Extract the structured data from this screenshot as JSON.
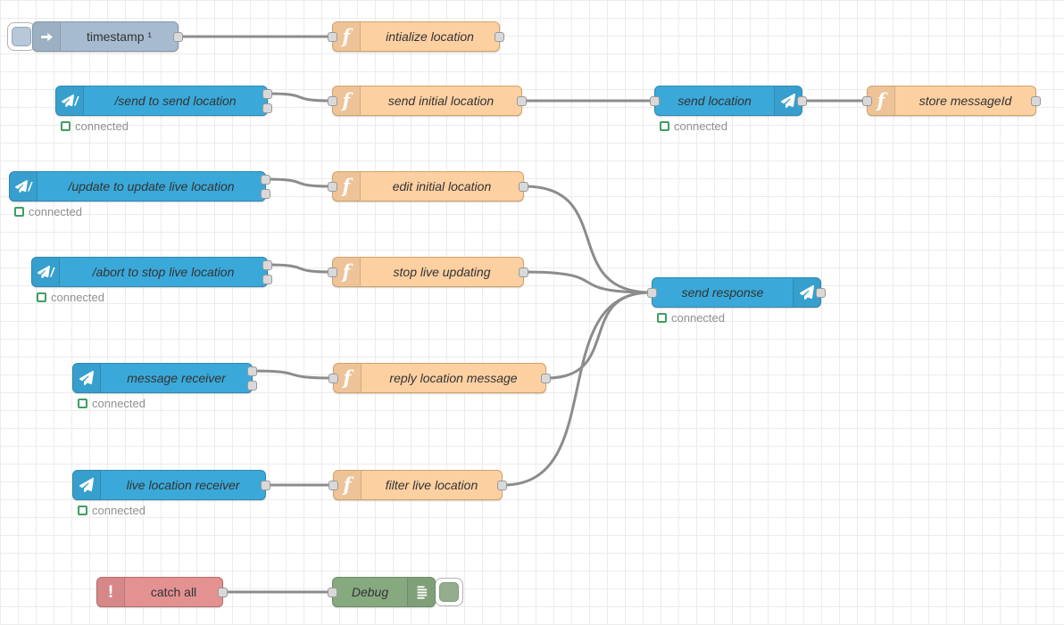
{
  "app": {
    "title": "Node-RED flow workspace"
  },
  "colors": {
    "inject_node": "#a6bbcf",
    "telegram_node": "#3aa9da",
    "function_node": "#fdd0a2",
    "catch_node": "#e49191",
    "debug_node": "#87a980",
    "wire": "#8c8c8c",
    "status_green": "#3f9e63",
    "grid_line": "#ececec"
  },
  "status": {
    "connected": "connected"
  },
  "nodes": {
    "timestamp": {
      "label": "timestamp ¹",
      "type": "inject"
    },
    "initialize_location": {
      "label": "intialize location",
      "type": "function"
    },
    "send_command": {
      "label": "/send to send location",
      "type": "telegram command"
    },
    "send_initial_location": {
      "label": "send initial location",
      "type": "function"
    },
    "send_location": {
      "label": "send location",
      "type": "telegram sender"
    },
    "store_messageid": {
      "label": "store messageId",
      "type": "function"
    },
    "update_command": {
      "label": "/update to update live location",
      "type": "telegram command"
    },
    "edit_initial_location": {
      "label": "edit initial location",
      "type": "function"
    },
    "abort_command": {
      "label": "/abort to stop live location",
      "type": "telegram command"
    },
    "stop_live_updating": {
      "label": "stop live updating",
      "type": "function"
    },
    "send_response": {
      "label": "send response",
      "type": "telegram sender"
    },
    "message_receiver": {
      "label": "message receiver",
      "type": "telegram receiver"
    },
    "reply_location_message": {
      "label": "reply location message",
      "type": "function"
    },
    "live_location_receiver": {
      "label": "live location receiver",
      "type": "telegram receiver"
    },
    "filter_live_location": {
      "label": "filter live location",
      "type": "function"
    },
    "catch_all": {
      "label": "catch all",
      "type": "catch"
    },
    "debug": {
      "label": "Debug",
      "type": "debug"
    }
  }
}
